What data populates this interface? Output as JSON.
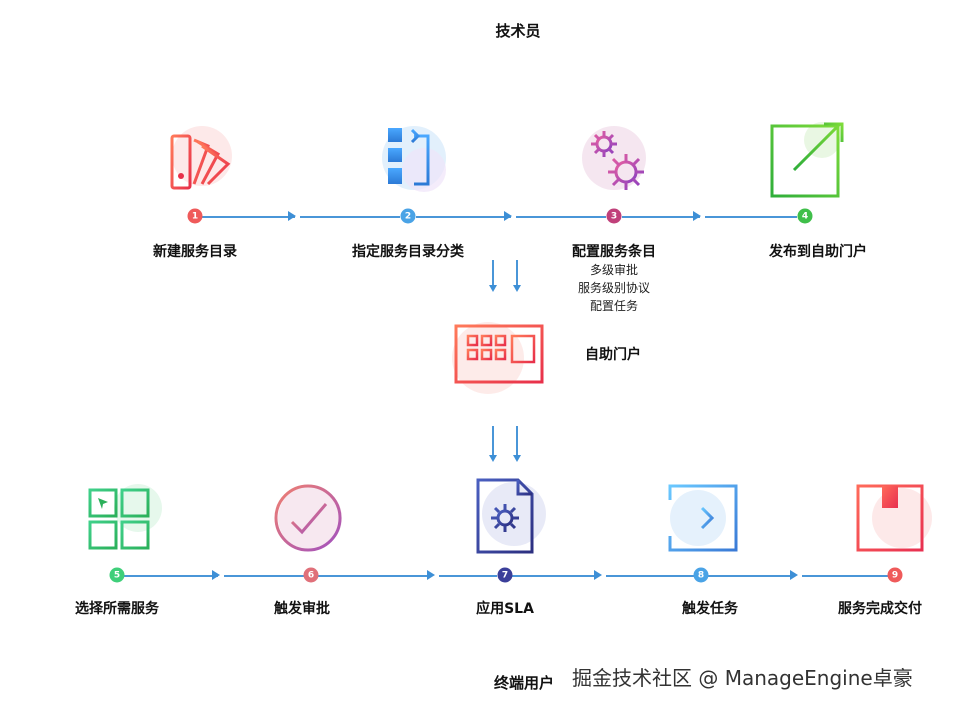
{
  "header": {
    "title": "技术员"
  },
  "footer": {
    "title": "终端用户"
  },
  "watermark": "掘金技术社区 @ ManageEngine卓豪",
  "technician_steps": [
    {
      "num": "1",
      "label": "新建服务目录",
      "color": "#ef5a5a"
    },
    {
      "num": "2",
      "label": "指定服务目录分类",
      "color": "#4aa3e6"
    },
    {
      "num": "3",
      "label": "配置服务条目",
      "color": "#c0407a",
      "details": [
        "多级审批",
        "服务级别协议",
        "配置任务"
      ]
    },
    {
      "num": "4",
      "label": "发布到自助门户",
      "color": "#3fbf4a"
    }
  ],
  "portal": {
    "label": "自助门户"
  },
  "user_steps": [
    {
      "num": "5",
      "label": "选择所需服务",
      "color": "#3fcf7a"
    },
    {
      "num": "6",
      "label": "触发审批",
      "color": "#e0707a"
    },
    {
      "num": "7",
      "label": "应用SLA",
      "color": "#3b3f9a"
    },
    {
      "num": "8",
      "label": "触发任务",
      "color": "#4aa3e6"
    },
    {
      "num": "9",
      "label": "服务完成交付",
      "color": "#ef5a5a"
    }
  ]
}
